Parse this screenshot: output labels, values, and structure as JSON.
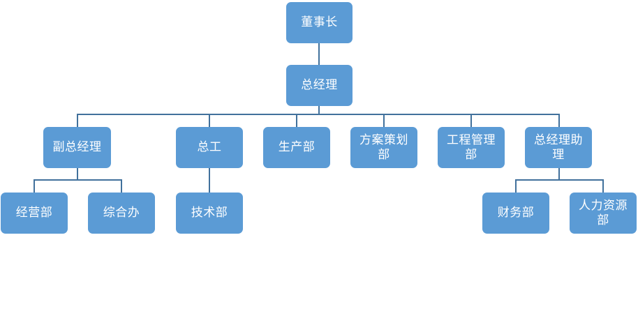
{
  "chart_data": {
    "type": "diagram",
    "subtype": "organization-chart",
    "title": "",
    "orientation": "top-down",
    "colors": {
      "node_fill": "#5B9BD5",
      "node_text": "#FFFFFF",
      "connector": "#41719C",
      "background": "#FFFFFF"
    },
    "levels": 4,
    "nodes": [
      {
        "id": "n1",
        "label": "董事长",
        "level": 1,
        "parent": null
      },
      {
        "id": "n2",
        "label": "总经理",
        "level": 2,
        "parent": "n1"
      },
      {
        "id": "n3",
        "label": "副总经理",
        "level": 3,
        "parent": "n2"
      },
      {
        "id": "n4",
        "label": "总工",
        "level": 3,
        "parent": "n2"
      },
      {
        "id": "n5",
        "label": "生产部",
        "level": 3,
        "parent": "n2"
      },
      {
        "id": "n6",
        "label": "方案策划部",
        "level": 3,
        "parent": "n2"
      },
      {
        "id": "n7",
        "label": "工程管理部",
        "level": 3,
        "parent": "n2"
      },
      {
        "id": "n8",
        "label": "总经理助理",
        "level": 3,
        "parent": "n2"
      },
      {
        "id": "n9",
        "label": "经营部",
        "level": 4,
        "parent": "n3"
      },
      {
        "id": "n10",
        "label": "综合办",
        "level": 4,
        "parent": "n3"
      },
      {
        "id": "n11",
        "label": "技术部",
        "level": 4,
        "parent": "n4"
      },
      {
        "id": "n12",
        "label": "财务部",
        "level": 4,
        "parent": "n8"
      },
      {
        "id": "n13",
        "label": "人力资源部",
        "level": 4,
        "parent": "n8"
      }
    ],
    "edges": [
      {
        "from": "n1",
        "to": "n2"
      },
      {
        "from": "n2",
        "to": "n3"
      },
      {
        "from": "n2",
        "to": "n4"
      },
      {
        "from": "n2",
        "to": "n5"
      },
      {
        "from": "n2",
        "to": "n6"
      },
      {
        "from": "n2",
        "to": "n7"
      },
      {
        "from": "n2",
        "to": "n8"
      },
      {
        "from": "n3",
        "to": "n9"
      },
      {
        "from": "n3",
        "to": "n10"
      },
      {
        "from": "n4",
        "to": "n11"
      },
      {
        "from": "n8",
        "to": "n12"
      },
      {
        "from": "n8",
        "to": "n13"
      }
    ]
  },
  "nodes": {
    "chairman": "董事长",
    "general_manager": "总经理",
    "deputy_general_manager": "副总经理",
    "chief_engineer": "总工",
    "production_dept": "生产部",
    "planning_dept": "方案策划部",
    "engineering_mgmt_dept": "工程管理部",
    "gm_assistant": "总经理助理",
    "business_dept": "经营部",
    "general_office": "综合办",
    "technical_dept": "技术部",
    "finance_dept": "财务部",
    "hr_dept": "人力资源部"
  }
}
